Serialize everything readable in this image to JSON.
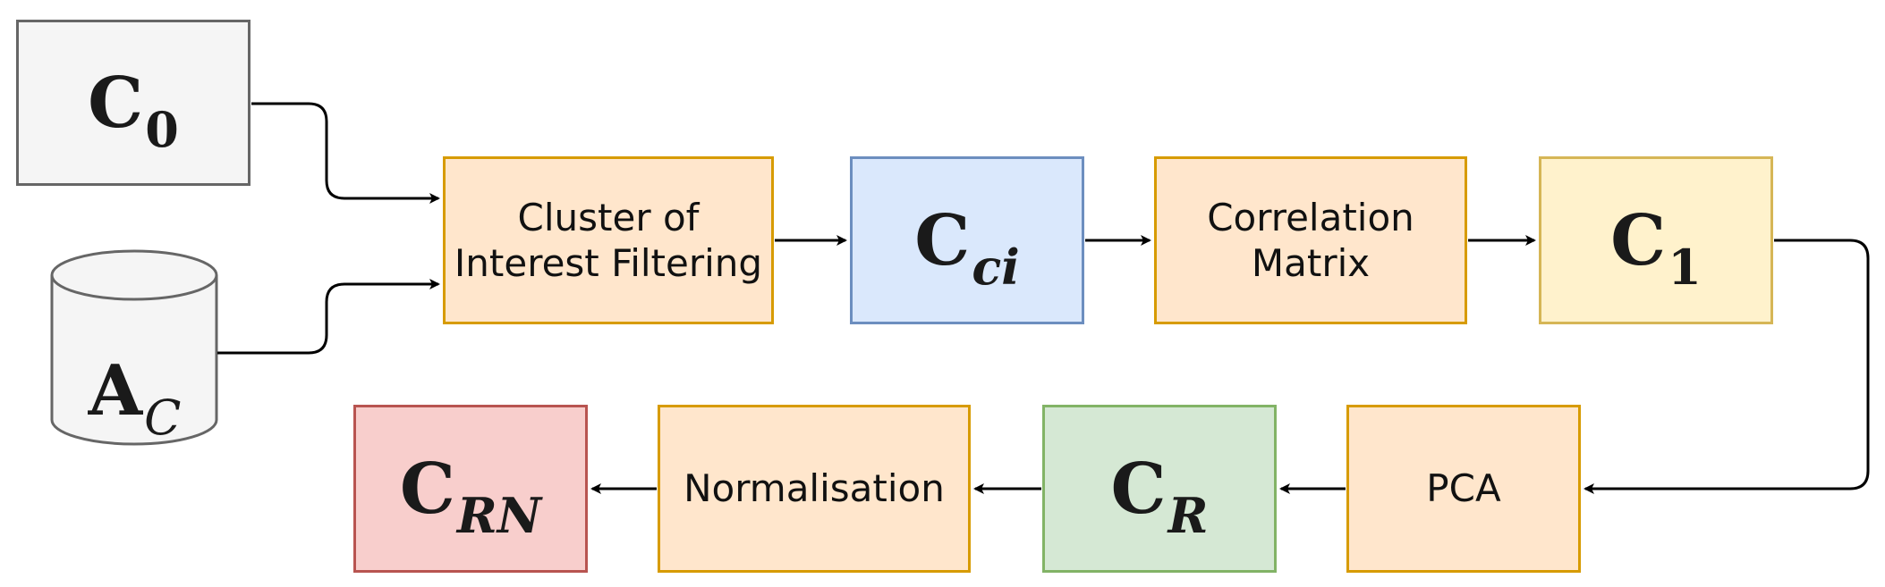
{
  "nodes": {
    "c0": {
      "symbol": "C",
      "subscript": "0"
    },
    "ac": {
      "symbol": "A",
      "subscript": "C"
    },
    "cluster_filter": {
      "line1": "Cluster of",
      "line2": "Interest Filtering"
    },
    "cci": {
      "symbol": "C",
      "subscript": "ci"
    },
    "correlation": {
      "line1": "Correlation",
      "line2": "Matrix"
    },
    "c1": {
      "symbol": "C",
      "subscript": "1"
    },
    "pca": {
      "label": "PCA"
    },
    "cr": {
      "symbol": "C",
      "subscript": "R"
    },
    "normalisation": {
      "label": "Normalisation"
    },
    "crn": {
      "symbol": "C",
      "subscript": "RN"
    }
  },
  "colors": {
    "process_fill": "#ffe6cc",
    "process_stroke": "#d79b00",
    "c0_fill": "#f5f5f5",
    "c0_stroke": "#666666",
    "cci_fill": "#dae8fc",
    "cci_stroke": "#6c8ebf",
    "c1_fill": "#fff2cc",
    "c1_stroke": "#d6b656",
    "cr_fill": "#d5e8d4",
    "cr_stroke": "#82b366",
    "crn_fill": "#f8cecc",
    "crn_stroke": "#b85450",
    "db_fill": "#f5f5f5",
    "db_stroke": "#666666",
    "edge": "#000000"
  }
}
